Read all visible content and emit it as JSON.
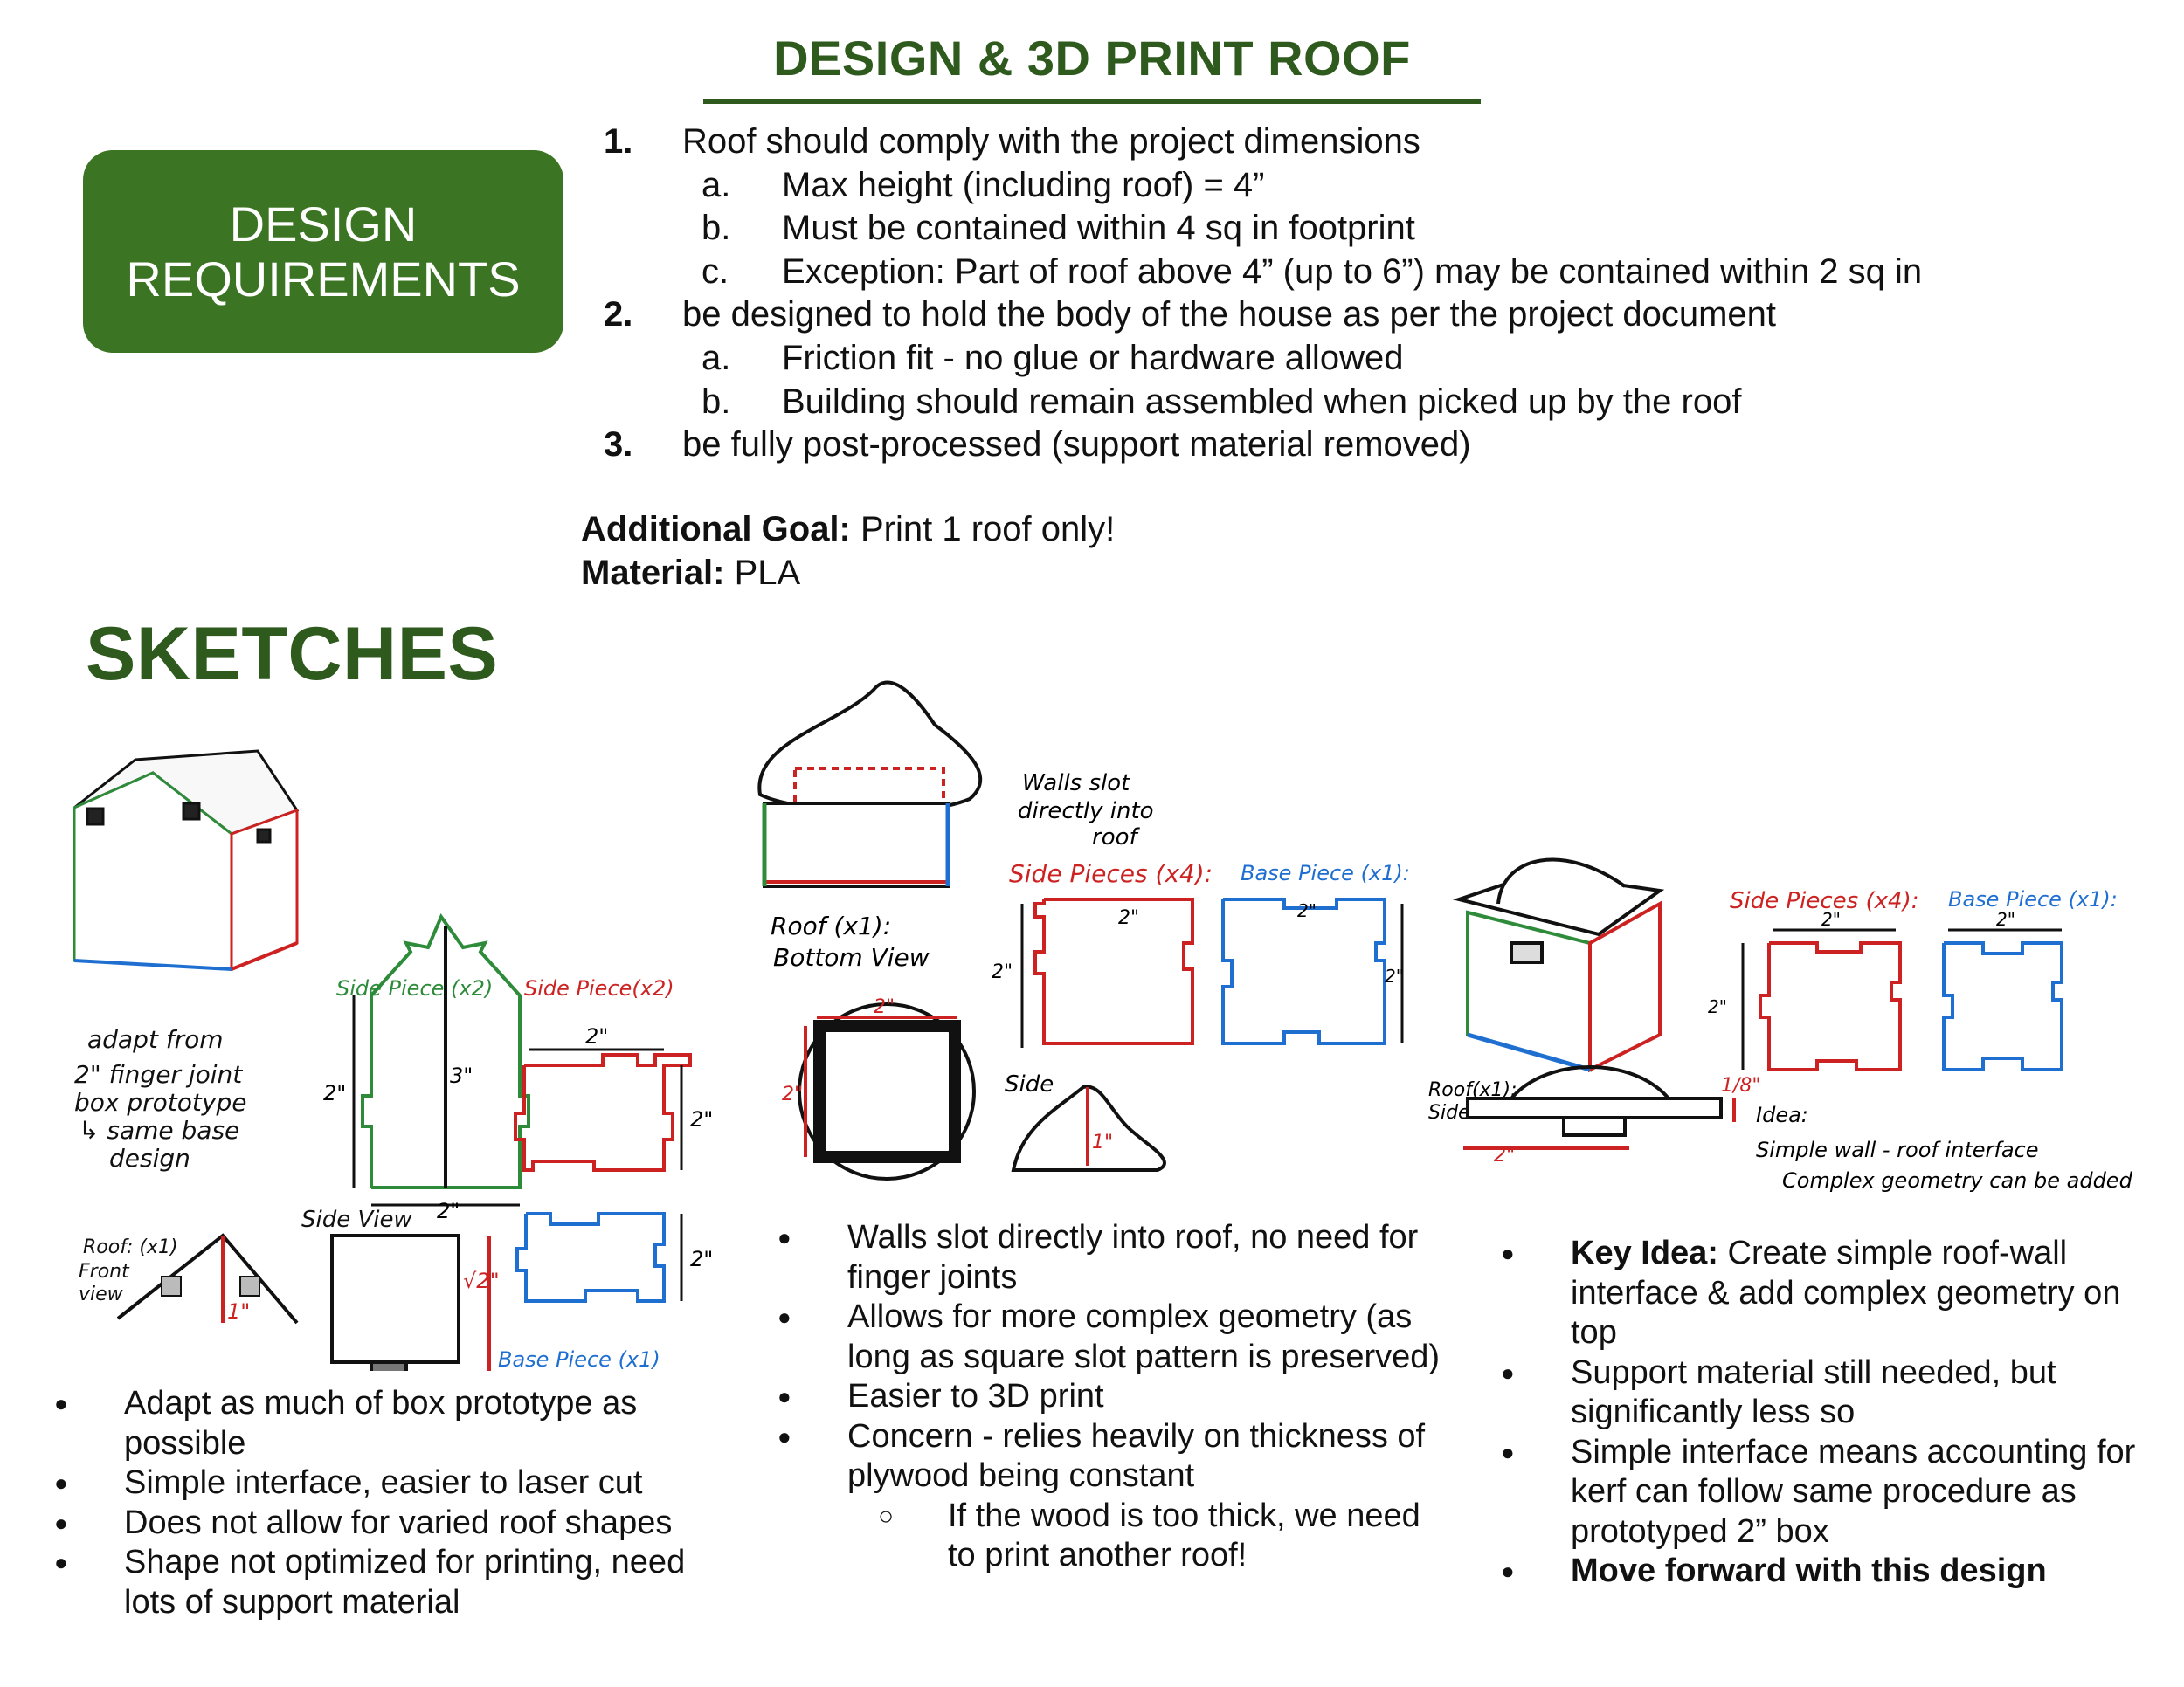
{
  "header": {
    "title": "DESIGN & 3D PRINT ROOF"
  },
  "requirements": {
    "badge_line1": "DESIGN",
    "badge_line2": "REQUIREMENTS",
    "items": [
      {
        "num": "1.",
        "text": "Roof should comply with the project dimensions",
        "subs": [
          {
            "letter": "a.",
            "text": "Max height (including roof) = 4”"
          },
          {
            "letter": "b.",
            "text": "Must be contained within 4 sq in footprint"
          },
          {
            "letter": "c.",
            "text": "Exception: Part of roof above 4” (up to 6”) may be contained within 2 sq in"
          }
        ]
      },
      {
        "num": "2.",
        "text": "be designed to hold the body of the house as per the project document",
        "subs": [
          {
            "letter": "a.",
            "text": "Friction fit - no glue or hardware allowed"
          },
          {
            "letter": "b.",
            "text": "Building should remain assembled when picked up by the roof"
          }
        ]
      },
      {
        "num": "3.",
        "text": "be fully post-processed (support material removed)",
        "subs": []
      }
    ],
    "additional_goal_label": "Additional Goal:",
    "additional_goal_value": " Print 1 roof only!",
    "material_label": "Material:",
    "material_value": " PLA"
  },
  "sketches": {
    "heading": "SKETCHES",
    "option1": {
      "labels": {
        "side_piece_x2_green": "Side Piece (x2)",
        "side_piece_x2_red": "Side Piece(x2)",
        "adapt_note": "adapt from 2\" finger joint box prototype ↳ same base design",
        "roof_front": "Roof (x1) Front View",
        "side_view": "Side View",
        "base_piece": "Base Piece (x1)",
        "dim_2": "2\"",
        "dim_3": "3\"",
        "dim_1": "1\"",
        "dim_half2": "√2\""
      },
      "bullets": [
        "Adapt as much of box prototype as possible",
        "Simple interface, easier to laser cut",
        "Does not allow for varied roof shapes",
        "Shape not optimized for printing, need lots of support material"
      ]
    },
    "option2": {
      "labels": {
        "walls_note": "Walls slot directly into roof",
        "side_pieces": "Side Pieces (x4):",
        "base_piece": "Base Piece (x1):",
        "roof_bottom": "Roof (x1): Bottom View",
        "side": "Side",
        "dim_2": "2\"",
        "dim_1": "1\""
      },
      "bullets": [
        "Walls slot directly into roof, no need for finger joints",
        "Allows for more complex geometry (as long as square slot pattern is preserved)",
        "Easier to 3D print",
        "Concern - relies heavily on thickness of plywood being constant"
      ],
      "sub_bullet": "If the wood is too thick, we need to print another roof!"
    },
    "option3": {
      "labels": {
        "side_pieces": "Side Pieces (x4):",
        "base_piece": "Base Piece (x1):",
        "roof_side": "Roof (x1): Side View",
        "idea": "Idea:",
        "idea_note1": "Simple wall - roof interface",
        "idea_note2": "Complex geometry can be added",
        "dim_2": "2\"",
        "dim_eighth": "1/8\""
      },
      "key_label": "Key Idea:",
      "key_text": " Create simple roof-wall interface & add complex geometry on top",
      "bullets": [
        "Support material still needed, but significantly less so",
        "Simple interface means accounting for kerf can follow same procedure as prototyped 2” box"
      ],
      "final_bullet": "Move forward with this design"
    },
    "colors": {
      "green": "#2e8b3a",
      "red": "#cc2222",
      "blue": "#1f6fd1",
      "brand_green": "#2f5a1e"
    }
  }
}
